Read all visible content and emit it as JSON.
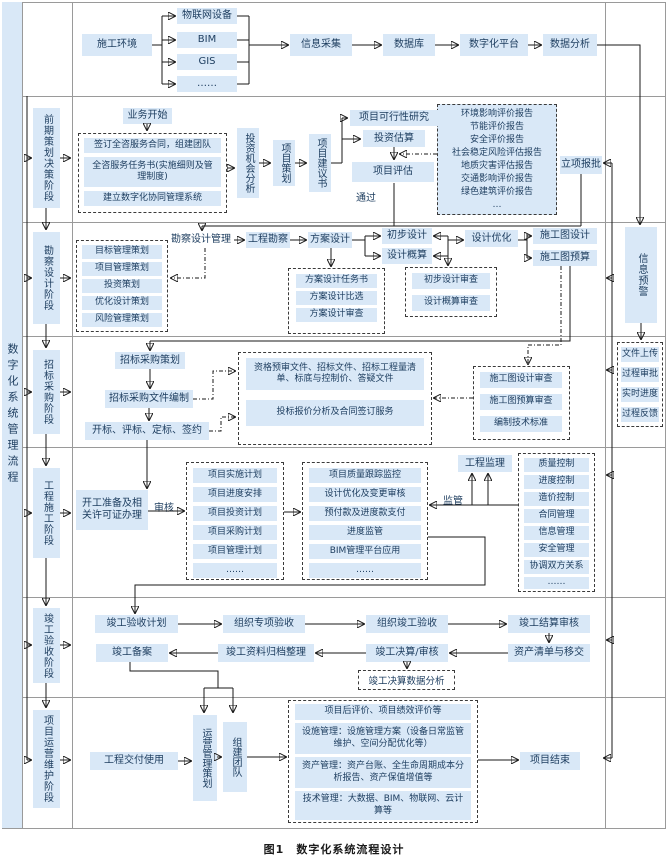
{
  "caption": "图1　数字化系统流程设计",
  "left_strip": "数字化系统管理流程",
  "stages": [
    "前期策划决策阶段",
    "勘察设计阶段",
    "招标采购阶段",
    "工程施工阶段",
    "竣工验收阶段",
    "项目运营维护阶段"
  ],
  "top": {
    "env": "施工环境",
    "sources": [
      "物联网设备",
      "BIM",
      "GIS",
      "……"
    ],
    "flow": [
      "信息采集",
      "数据库",
      "数字化平台",
      "数据分析"
    ]
  },
  "right": {
    "warning": "信息预警",
    "feedback": [
      "文件上传",
      "过程审批",
      "实时进度",
      "过程反馈"
    ]
  },
  "r1": {
    "start": "业务开始",
    "prep": [
      "签订全咨服务合同，组建团队",
      "全咨服务任务书(实施细则及管理制度)",
      "建立数字化协同管理系统"
    ],
    "steps": [
      "投资机会分析",
      "项目策划",
      "项目建议书"
    ],
    "feasibility": "项目可行性研究",
    "estimate": "投资估算",
    "evaluate": "项目评估",
    "pass": "通过",
    "reports": [
      "环境影响评价报告",
      "节能评价报告",
      "安全评价报告",
      "社会稳定风险评估报告",
      "地质灾害评估报告",
      "交通影响评价报告",
      "绿色建筑评价报告",
      "…"
    ],
    "approve": "立项报批"
  },
  "r2": {
    "plans": [
      "目标管理策划",
      "项目管理策划",
      "投资策划",
      "优化设计策划",
      "风险管理策划"
    ],
    "manage": "勘察设计管理",
    "survey": "工程勘察",
    "scheme": "方案设计",
    "scheme_docs": [
      "方案设计任务书",
      "方案设计比选",
      "方案设计审查"
    ],
    "prelim": "初步设计",
    "budget": "设计概算",
    "optimize": "设计优化",
    "cd_design": "施工图设计",
    "cd_budget": "施工图预算",
    "reviews": [
      "初步设计审查",
      "设计概算审查"
    ]
  },
  "r3": {
    "plan": "招标采购策划",
    "docs": "招标采购文件编制",
    "open": "开标、评标、定标、签约",
    "pack": [
      "资格预审文件、招标文件、招标工程量清单、标底与控制价、答疑文件",
      "投标报价分析及合同签订服务"
    ],
    "reviews": [
      "施工图设计审查",
      "施工图预算审查",
      "编制技术标准"
    ]
  },
  "r4": {
    "prep": "开工准备及相关许可证办理",
    "audit": "审核",
    "plans": [
      "项目实施计划",
      "项目进度安排",
      "项目投资计划",
      "项目采购计划",
      "项目管理计划",
      "……"
    ],
    "controls": [
      "项目质量跟踪监控",
      "设计优化及变更审核",
      "预付款及进度款支付",
      "进度监管",
      "BIM管理平台应用",
      "……"
    ],
    "supervise": "监管",
    "supervisor": "工程监理",
    "mgmt": [
      "质量控制",
      "进度控制",
      "造价控制",
      "合同管理",
      "信息管理",
      "安全管理",
      "协调双方关系",
      "……"
    ]
  },
  "r5": {
    "plan": "竣工验收计划",
    "special": "组织专项验收",
    "completion": "组织竣工验收",
    "settle": "竣工结算审核",
    "assets": "资产清单与移交",
    "final": "竣工决算/审核",
    "analysis": "竣工决算数据分析",
    "archive": "竣工资料归档整理",
    "record": "竣工备案"
  },
  "r6": {
    "deliver": "工程交付使用",
    "op_plan": "运营管理策划",
    "team": "组建团队",
    "items": [
      "项目后评价、项目绩效评价等",
      "设施管理：设施管理方案（设备日常监管维护、空间分配优化等）",
      "资产管理：资产台账、全生命周期成本分析报告、资产保值增值等",
      "技术管理：大数据、BIM、物联网、云计算等"
    ],
    "end": "项目结束"
  },
  "colors": {
    "box_fill": "#d9e8f7",
    "text": "#1c3c5e",
    "line": "#1a1a1a",
    "grid": "#9a9a9a"
  }
}
